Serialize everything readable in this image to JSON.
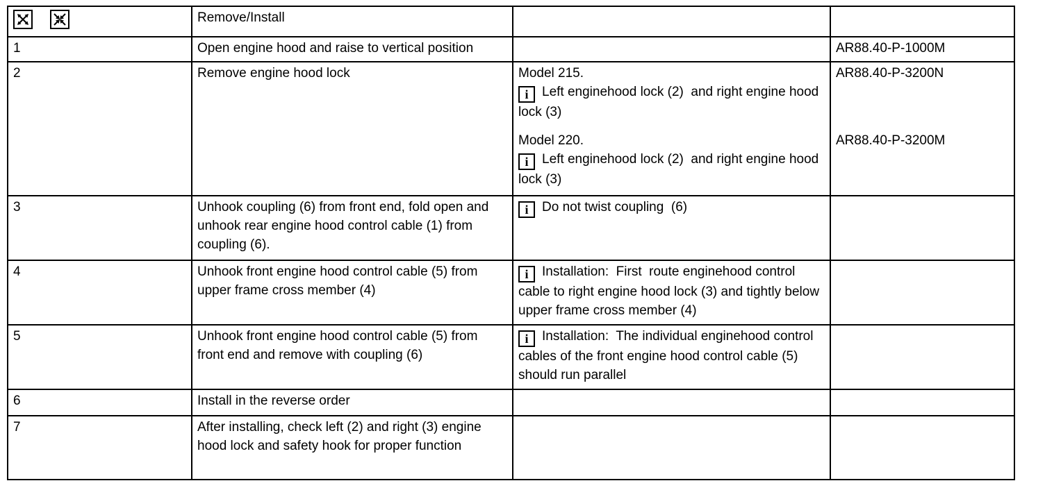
{
  "colors": {
    "background": "#ffffff",
    "text": "#000000",
    "border": "#000000"
  },
  "header": {
    "action_label": "Remove/Install",
    "icons": [
      {
        "name": "expand-arrows-icon"
      },
      {
        "name": "collapse-arrows-icon"
      }
    ]
  },
  "info_icon_glyph": "i",
  "rows": [
    {
      "step": "1",
      "action": "Open engine hood and raise to vertical position",
      "ref": "AR88.40-P-1000M"
    },
    {
      "step": "2",
      "action": "Remove engine hood lock",
      "notes": [
        {
          "model": "Model 215.",
          "info": "Left enginehood lock (2)  and right engine hood lock (3)",
          "ref": "AR88.40-P-3200N"
        },
        {
          "model": "Model 220.",
          "info": "Left enginehood lock (2)  and right engine hood lock (3)",
          "ref": "AR88.40-P-3200M"
        }
      ]
    },
    {
      "step": "3",
      "action": "Unhook coupling (6) from front end, fold open and unhook rear engine hood control cable (1) from coupling (6).",
      "info": "Do not twist coupling  (6)"
    },
    {
      "step": "4",
      "action": "Unhook front engine hood control cable (5) from upper frame cross member (4)",
      "info": "Installation:  First  route enginehood control cable to right engine hood lock (3) and tightly below upper frame cross member (4)"
    },
    {
      "step": "5",
      "action": "Unhook front engine hood control cable (5) from front end and remove with coupling (6)",
      "info": "Installation:  The individual enginehood control cables of the front engine hood control cable (5) should run parallel"
    },
    {
      "step": "6",
      "action": "Install in the reverse order"
    },
    {
      "step": "7",
      "action": "After installing, check left (2) and right (3) engine hood lock and safety hook for proper function"
    }
  ]
}
